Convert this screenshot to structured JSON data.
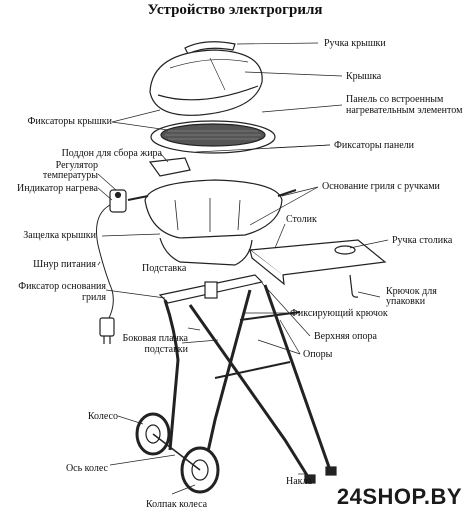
{
  "title": "Устройство электрогриля",
  "labels": {
    "lid_handle": "Ручка крышки",
    "lid": "Крышка",
    "heating_panel_1": "Панель со встроенным",
    "heating_panel_2": "нагревательным элементом",
    "lid_latches": "Фиксаторы крышки",
    "panel_latches": "Фиксаторы панели",
    "grease_tray": "Поддон для сбора жира",
    "thermostat_1": "Регулятор",
    "thermostat_2": "температуры",
    "heat_indicator": "Индикатор нагрева",
    "base_with_handles": "Основание гриля с ручками",
    "side_table": "Столик",
    "lid_clasp": "Защелка крышки",
    "table_handle": "Ручка столика",
    "power_cord": "Шнур питания",
    "stand": "Подставка",
    "hook_1": "Крючок для",
    "hook_2": "упаковки",
    "base_lock_1": "Фиксатор основания",
    "base_lock_2": "гриля",
    "fixing_hook": "Фиксирующий крючок",
    "upper_support": "Верхняя опора",
    "side_bar_1": "Боковая планка",
    "side_bar_2": "подставки",
    "supports": "Опоры",
    "wheel": "Колесо",
    "axle": "Ось колес",
    "tip": "Накла",
    "wheel_cap": "Колпак колеса"
  },
  "watermark": "24SHOP.BY"
}
